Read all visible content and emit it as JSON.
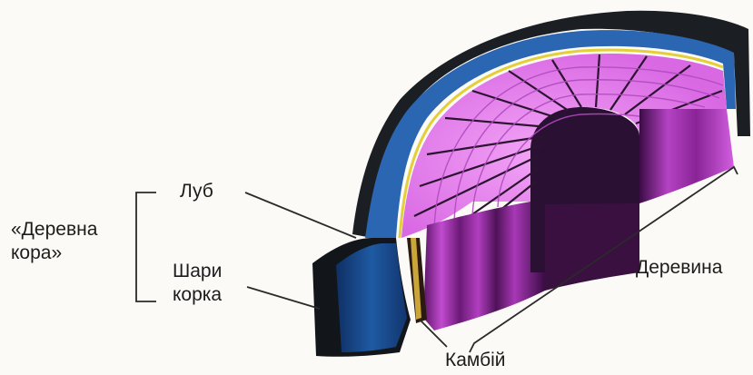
{
  "labels": {
    "bark_group_line1": "«Деревна",
    "bark_group_line2": "кора»",
    "phloem": "Луб",
    "cork_line1": "Шари",
    "cork_line2": "корка",
    "wood": "Деревина",
    "cambium": "Камбій"
  },
  "colors": {
    "background": "#fbfaf6",
    "bark_outer": "#1b1e23",
    "phloem_blue": "#1f5fa8",
    "cambium_yellow": "#e4cf3a",
    "wood_top_pink": "#e07ae8",
    "wood_side_purple": "#8a1f8a",
    "pith_dark": "#2a1033",
    "ray_lines": "#2b1430",
    "leader_lines": "#2a2a2a"
  }
}
